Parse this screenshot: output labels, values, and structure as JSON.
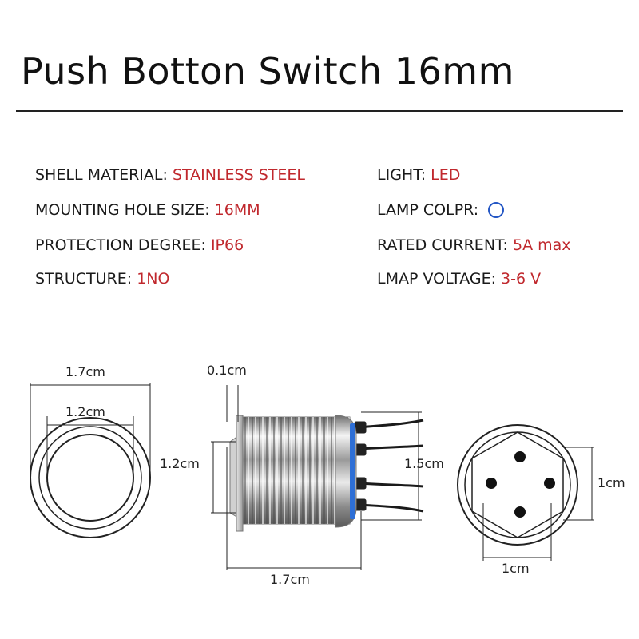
{
  "title": "Push Botton Switch 16mm",
  "specs": {
    "shell_label": "SHELL MATERIAL:",
    "shell_value": "STAINLESS STEEL",
    "hole_label": "MOUNTING HOLE SIZE:",
    "hole_value": "16MM",
    "protection_label": "PROTECTION DEGREE:",
    "protection_value": "IP66",
    "structure_label": "STRUCTURE:",
    "structure_value": "1NO",
    "light_label": "LIGHT:",
    "light_value": "LED",
    "lamp_label": "LAMP COLPR:",
    "lamp_color": "#2457c5",
    "current_label": "RATED CURRENT:",
    "current_value": "5A max",
    "voltage_label": "LMAP VOLTAGE:",
    "voltage_value": "3-6 V"
  },
  "colors": {
    "value_text": "#c0282d",
    "ring": "#2e6fd6"
  },
  "front_view": {
    "outer_label": "1.7cm",
    "inner_label": "1.2cm"
  },
  "side_view": {
    "flange_label": "0.1cm",
    "button_label": "1.2cm",
    "body_label": "1.5cm",
    "length_label": "1.7cm"
  },
  "rear_view": {
    "height_label": "1cm",
    "width_label": "1cm"
  }
}
